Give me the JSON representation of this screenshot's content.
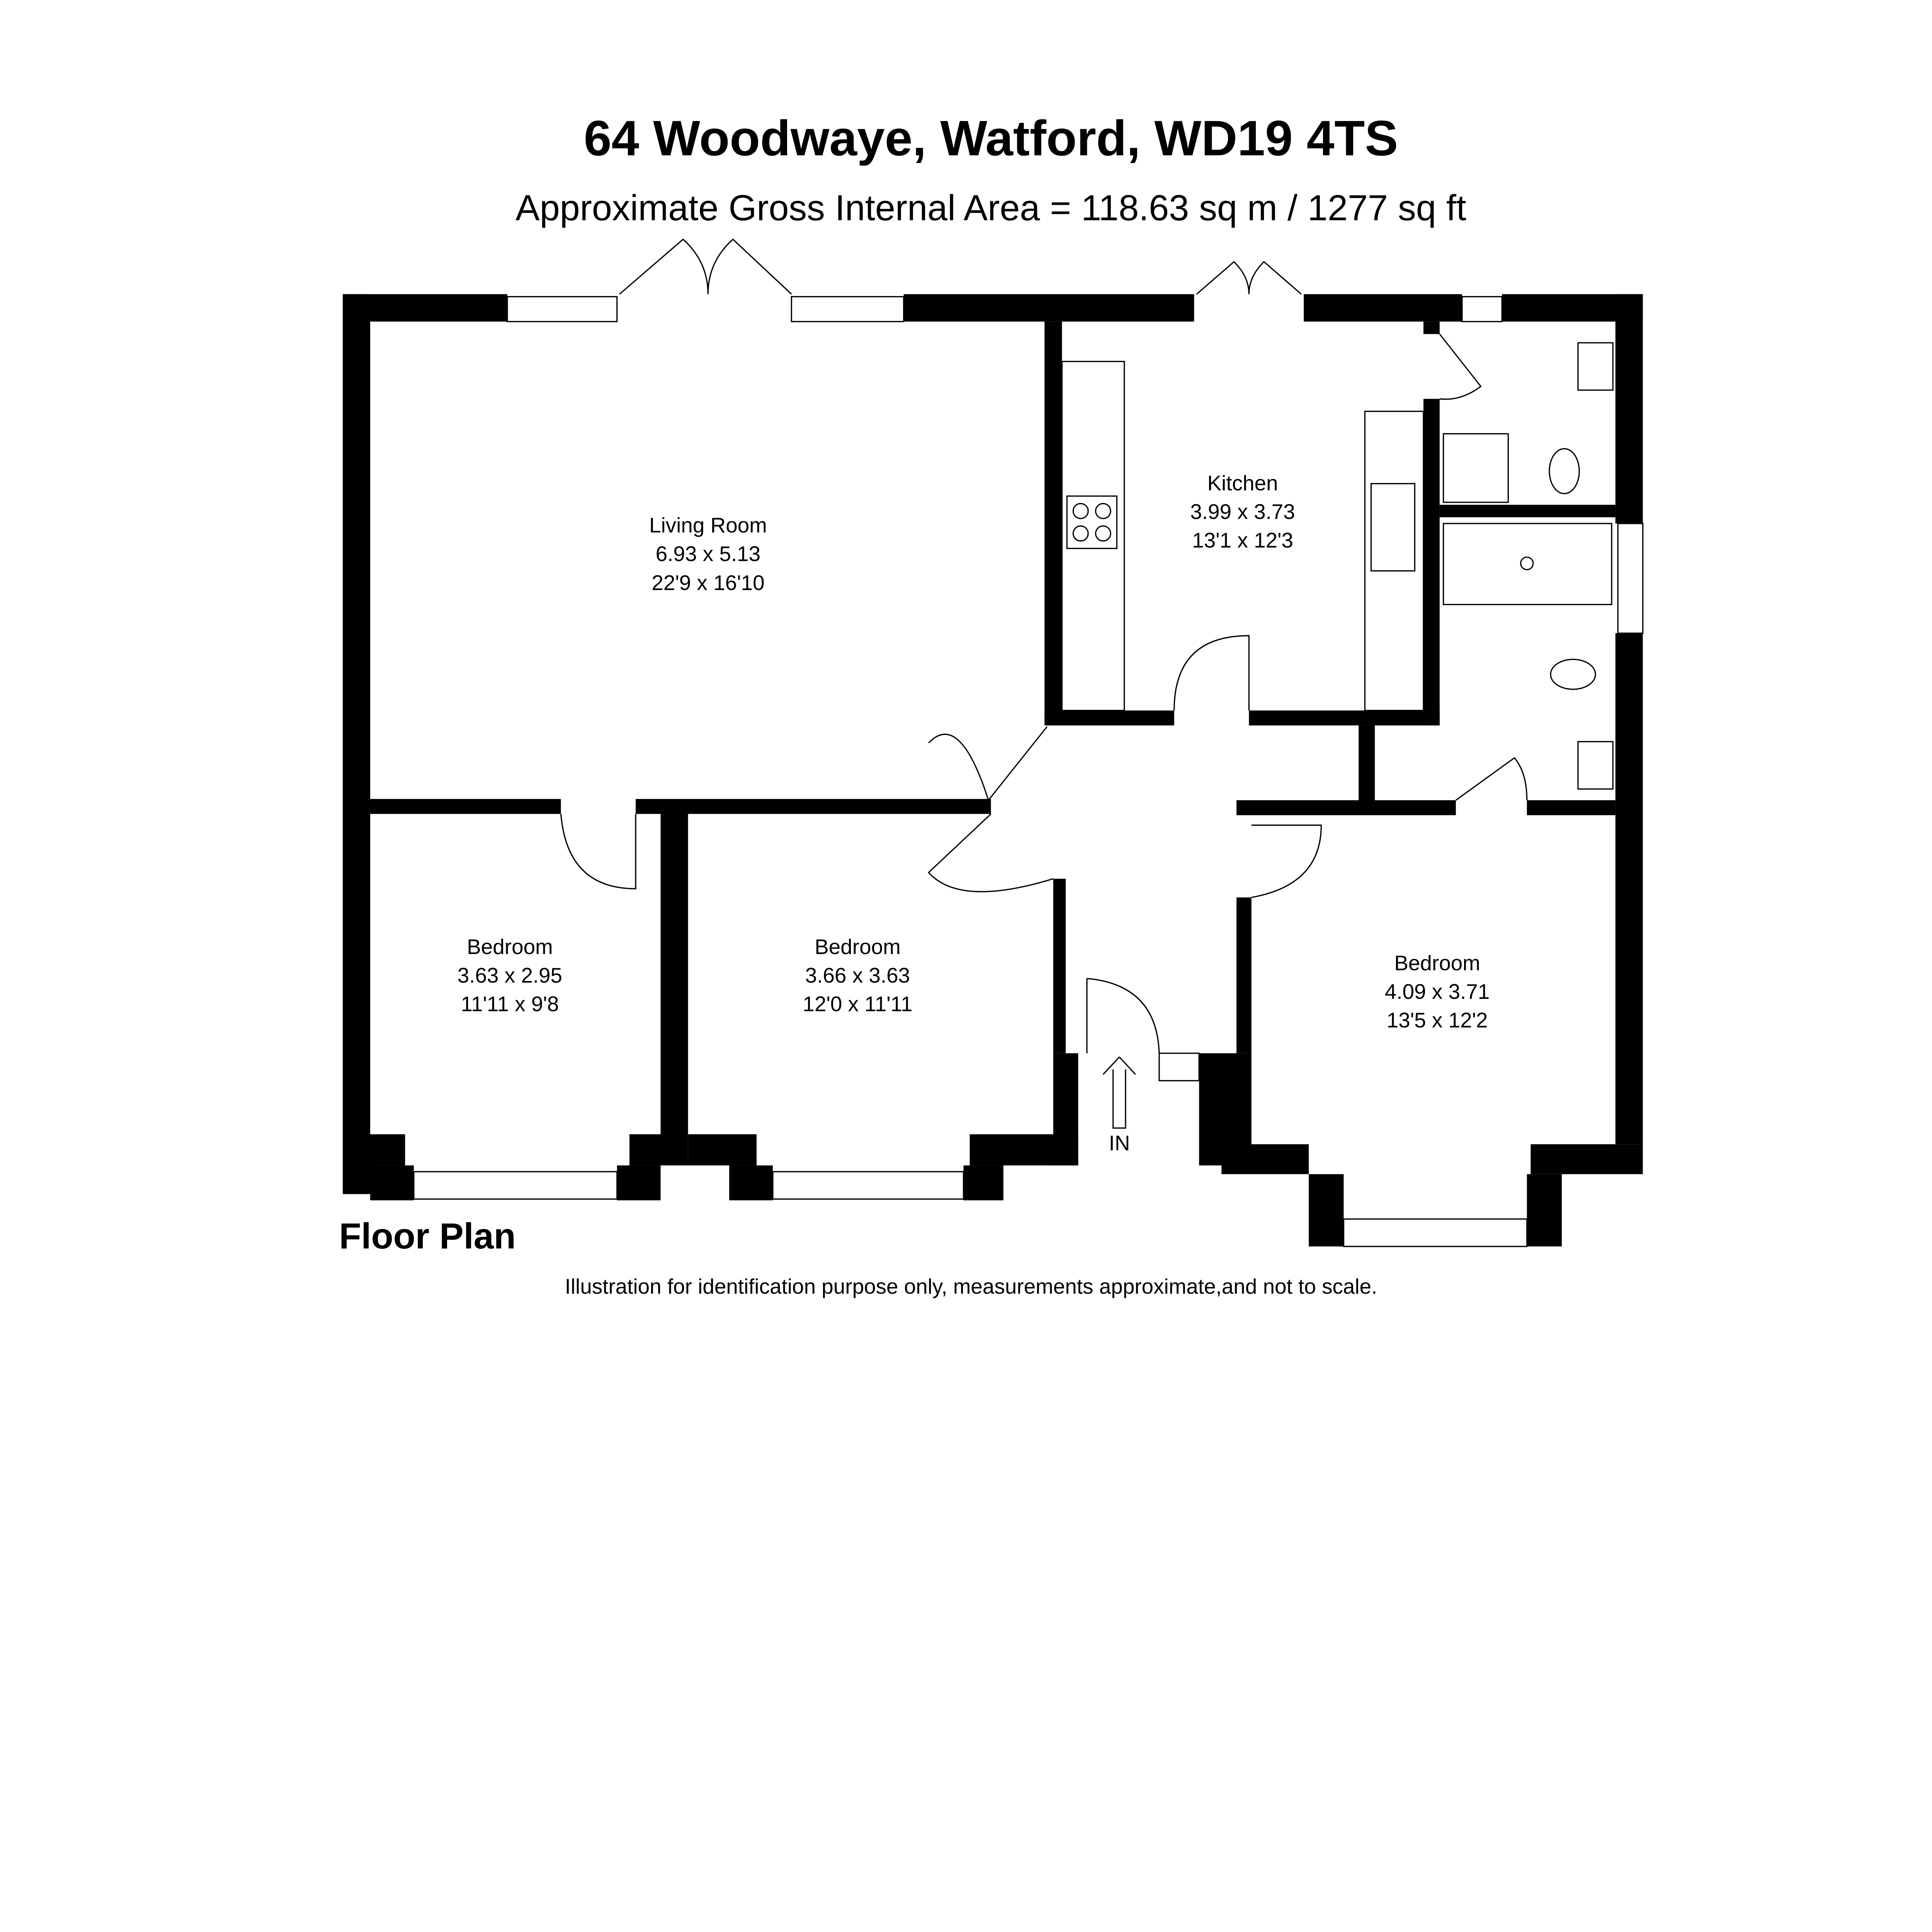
{
  "header": {
    "title": "64 Woodwaye, Watford, WD19 4TS",
    "subtitle": "Approximate Gross Internal Area = 118.63 sq m / 1277 sq ft"
  },
  "rooms": [
    {
      "name": "Living Room",
      "metric": "6.93 x 5.13",
      "imperial": "22'9 x 16'10"
    },
    {
      "name": "Kitchen",
      "metric": "3.99 x 3.73",
      "imperial": "13'1 x 12'3"
    },
    {
      "name": "Bedroom",
      "metric": "3.63 x 2.95",
      "imperial": "11'11 x 9'8"
    },
    {
      "name": "Bedroom",
      "metric": "3.66 x 3.63",
      "imperial": "12'0 x 11'11"
    },
    {
      "name": "Bedroom",
      "metric": "4.09 x 3.71",
      "imperial": "13'5 x 12'2"
    }
  ],
  "entrance_label": "IN",
  "floor_label": "Floor Plan",
  "footnote": "Illustration for identification purpose only, measurements approximate,and not to scale."
}
